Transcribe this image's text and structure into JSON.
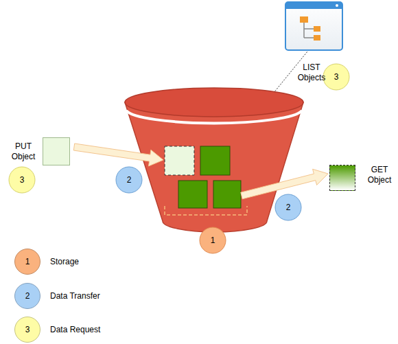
{
  "diagram": {
    "nodes": [
      {
        "text": [
          "LIST Objects"
        ]
      },
      {
        "text": [
          "PUT Object"
        ]
      },
      {
        "text": [
          "GET Object"
        ]
      }
    ],
    "labels": [
      "3",
      "3",
      "2",
      "2",
      "1",
      "1",
      "2",
      "3"
    ],
    "legend": [
      {
        "text": "Storage",
        "color": "#fab27e"
      },
      {
        "text": "Data Transfer",
        "color": "#a9d0f5"
      },
      {
        "text": "Data Request",
        "color": "#fefca6"
      }
    ]
  }
}
